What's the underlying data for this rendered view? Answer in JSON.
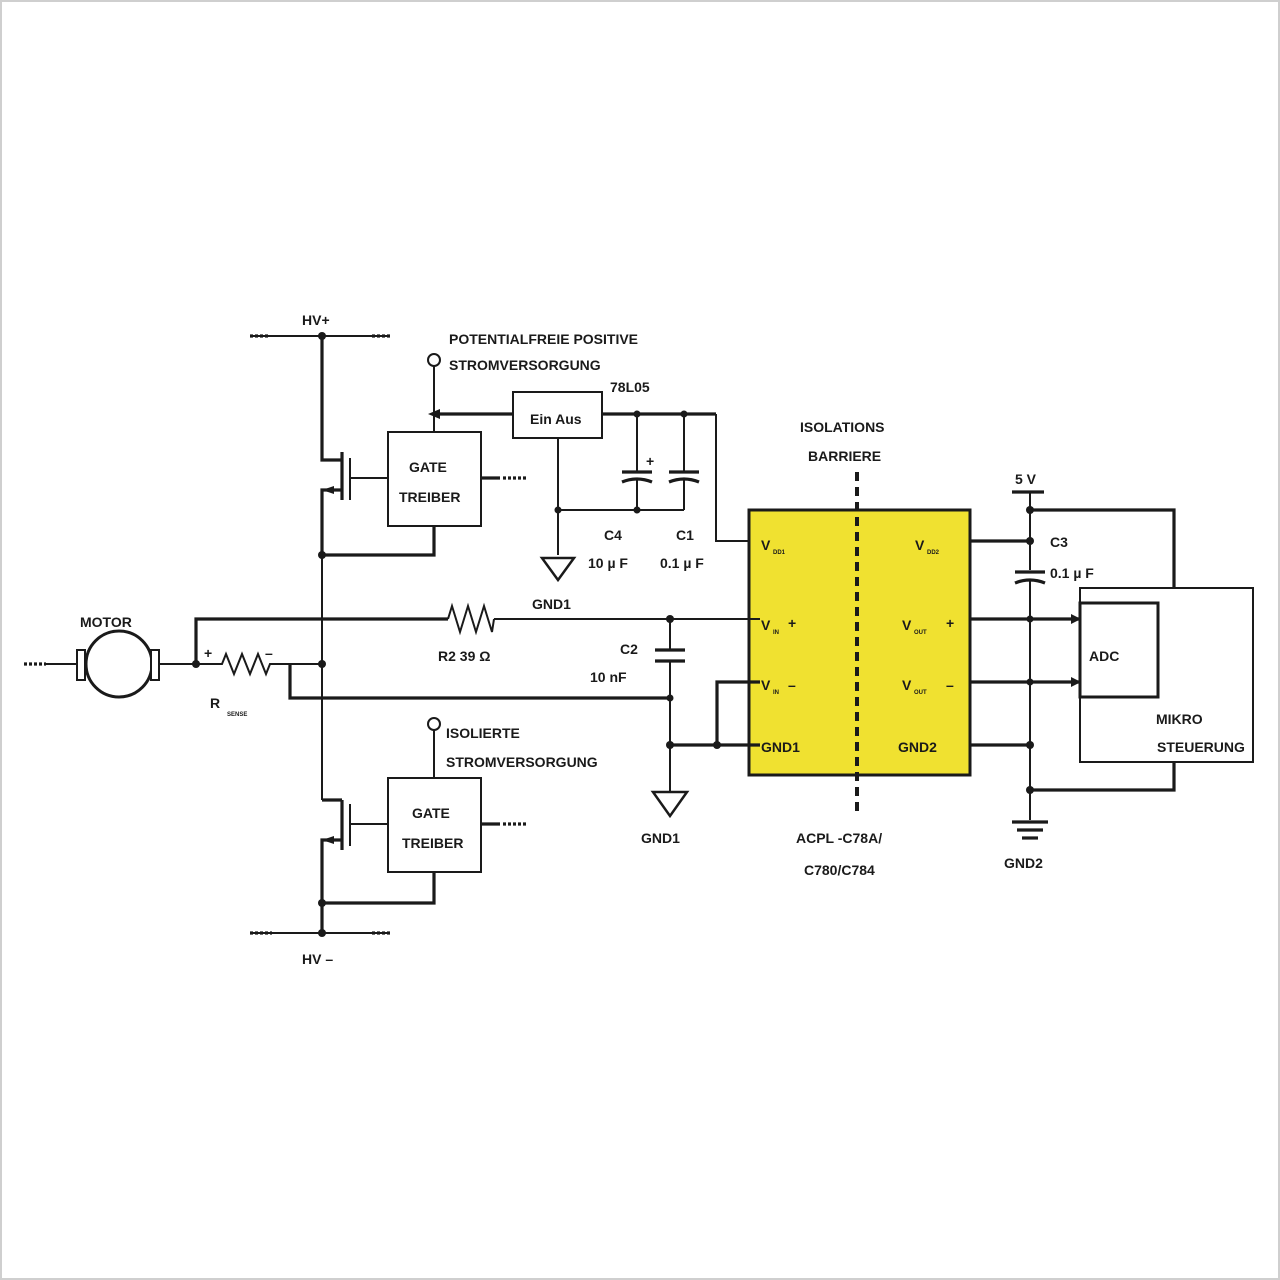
{
  "colors": {
    "isolator_fill": "#f0e130",
    "ink": "#1a1a1a",
    "background": "#ffffff"
  },
  "labels": {
    "hv_plus": "HV+",
    "hv_minus": "HV  –",
    "power_supply_line1": "POTENTIALFREIE POSITIVE",
    "power_supply_line2": "STROMVERSORGUNG",
    "regulator_name": "78L05",
    "regulator_text": "Ein  Aus",
    "gate_driver_line1": "GATE",
    "gate_driver_line2": "TREIBER",
    "isolated_supply_line1": "ISOLIERTE",
    "isolated_supply_line2": "STROMVERSORGUNG",
    "barrier_line1": "ISOLATIONS",
    "barrier_line2": "BARRIERE",
    "c4_name": "C4",
    "c4_value": "10    µ F",
    "c1_name": "C1",
    "c1_value": "0.1    µ F",
    "gnd1": "GND1",
    "gnd2": "GND2",
    "motor": "MOTOR",
    "r_sense": "R",
    "r_sense_sub": "SENSE",
    "rsense_plus": "+",
    "rsense_minus": "–",
    "r2": "R2 39 Ω",
    "c2_name": "C2",
    "c2_value": "10    nF",
    "five_volt": "5 V",
    "c3_name": "C3",
    "c3_value": "0.1    µ F",
    "adc": "ADC",
    "micro_line1": "MIKRO",
    "micro_line2": "STEUERUNG",
    "part_line1": "ACPL    -C78A/",
    "part_line2": "C780/C784",
    "cap_plus": "+"
  },
  "isolator_pins": {
    "vdd1": "V",
    "vdd1_sub": "DD1",
    "vdd2": "V",
    "vdd2_sub": "DD2",
    "vin_p": "V",
    "vin_p_sub": "IN",
    "vin_p_sign": "+",
    "vin_n": "V",
    "vin_n_sub": "IN",
    "vin_n_sign": "–",
    "vout_p": "V",
    "vout_p_sub": "OUT",
    "vout_p_sign": "+",
    "vout_n": "V",
    "vout_n_sub": "OUT",
    "vout_n_sign": "–",
    "gnd1": "GND1",
    "gnd2": "GND2"
  }
}
